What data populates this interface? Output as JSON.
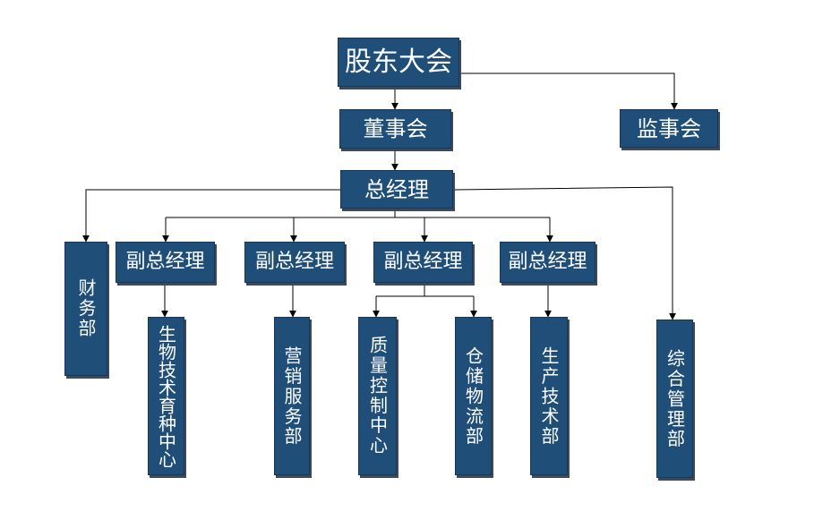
{
  "org_chart": {
    "nodes": {
      "shareholders_meeting": "股东大会",
      "board_of_directors": "董事会",
      "supervisory_board": "监事会",
      "general_manager": "总经理",
      "finance_dept": "财务部",
      "deputy_gm_1": "副总经理",
      "deputy_gm_2": "副总经理",
      "deputy_gm_3": "副总经理",
      "deputy_gm_4": "副总经理",
      "biotech_center": "生物技术育种中心",
      "marketing_dept": "营销服务部",
      "quality_center": "质量控制中心",
      "logistics_dept": "仓储物流部",
      "production_dept": "生产技术部",
      "admin_dept": "综合管理部"
    },
    "colors": {
      "box_fill": "#1f4e79",
      "box_text": "#ffffff",
      "connector": "#000000"
    }
  }
}
